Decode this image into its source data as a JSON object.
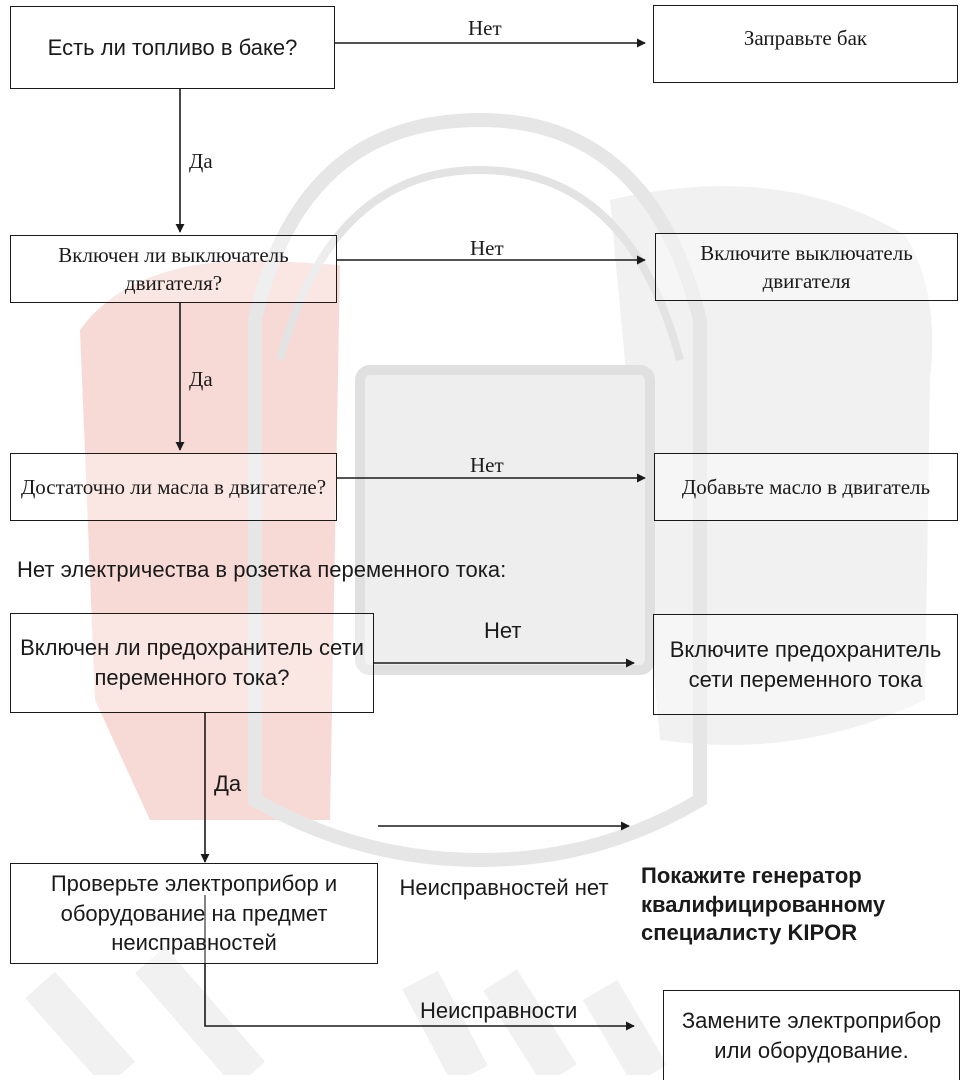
{
  "diagram": {
    "nodes": {
      "fuel_question": "Есть ли топливо в баке?",
      "fill_tank": "Заправьте бак",
      "switch_question": "Включен ли выключатель двигателя?",
      "switch_action": "Включите выключатель двигателя",
      "oil_question": "Достаточно ли масла в двигателе?",
      "oil_action": "Добавьте масло в двигатель",
      "breaker_question": "Включен ли предохранитель сети переменного тока?",
      "breaker_action": "Включите предохранитель сети переменного тока",
      "appliance_question": "Проверьте электроприбор и оборудование на предмет неисправностей",
      "show_dealer": "Покажите генератор квалифицированному специалисту KIPOR",
      "replace_appliance": "Замените электроприбор или оборудование."
    },
    "section_title": "Нет электричества в розетка переменного тока:",
    "edge_labels": {
      "no": "Нет",
      "yes": "Да",
      "no_faults": "Неисправностей нет",
      "faults": "Неисправности"
    },
    "edges": [
      {
        "from": "fuel_question",
        "to": "fill_tank",
        "label": "Нет"
      },
      {
        "from": "fuel_question",
        "to": "switch_question",
        "label": "Да"
      },
      {
        "from": "switch_question",
        "to": "switch_action",
        "label": "Нет"
      },
      {
        "from": "switch_question",
        "to": "oil_question",
        "label": "Да"
      },
      {
        "from": "oil_question",
        "to": "oil_action",
        "label": "Нет"
      },
      {
        "from": "breaker_question",
        "to": "breaker_action",
        "label": "Нет"
      },
      {
        "from": "breaker_question",
        "to": "appliance_question",
        "label": "Да"
      },
      {
        "from": "appliance_question",
        "to": "show_dealer",
        "label": "Неисправностей нет"
      },
      {
        "from": "appliance_question",
        "to": "replace_appliance",
        "label": "Неисправности"
      }
    ]
  },
  "colors": {
    "line": "#1a1a1a",
    "watermark_red": "#f3c9c5",
    "watermark_gray": "#ececec"
  }
}
